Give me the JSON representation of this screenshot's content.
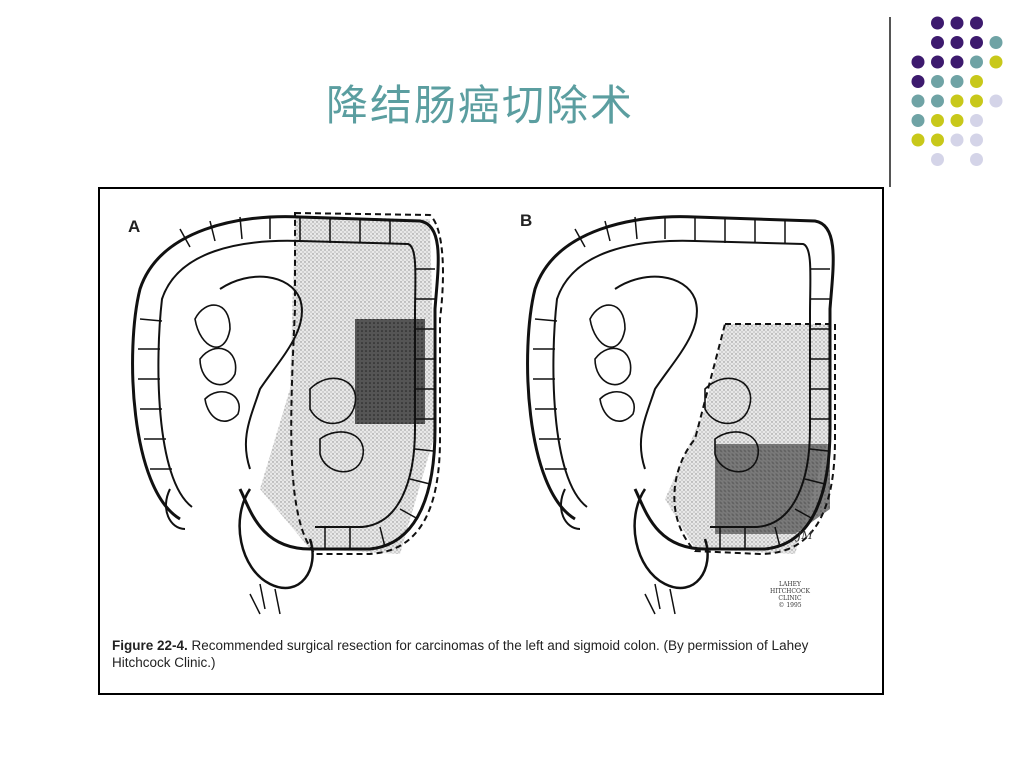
{
  "slide": {
    "title": "降结肠癌切除术"
  },
  "figure": {
    "panel_a": "A",
    "panel_b": "B",
    "caption_label": "Figure 22-4.",
    "caption_text": "Recommended surgical resection for carcinomas of the left and sigmoid colon. (By permission of Lahey Hitchcock Clinic.)",
    "signature": "JM",
    "credit_lines": [
      "LAHEY",
      "HITCHCOCK",
      "CLINIC",
      "© 1995"
    ]
  },
  "decor": {
    "colors": {
      "purple": "#3d1a6e",
      "teal": "#6fa3a5",
      "lime": "#c8c81a",
      "lavender": "#d4d4e8"
    }
  }
}
